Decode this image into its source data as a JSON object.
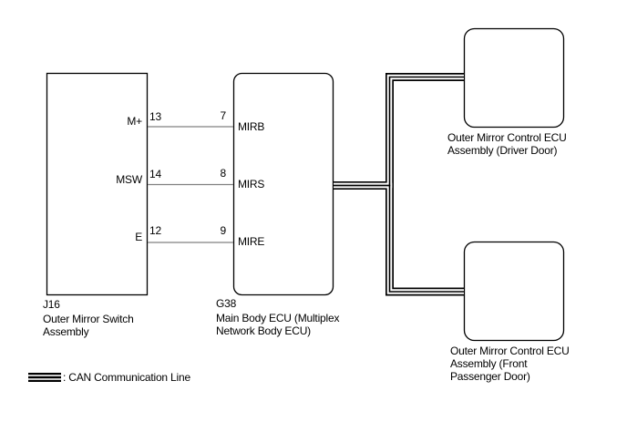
{
  "components": {
    "switch_assembly": {
      "code": "J16",
      "name_line1": "Outer Mirror Switch",
      "name_line2": "Assembly",
      "terminals": [
        {
          "label": "M+",
          "pin": "13"
        },
        {
          "label": "MSW",
          "pin": "14"
        },
        {
          "label": "E",
          "pin": "12"
        }
      ]
    },
    "main_body_ecu": {
      "code": "G38",
      "name_line1": "Main Body ECU (Multiplex",
      "name_line2": "Network Body ECU)",
      "terminals": [
        {
          "label": "MIRB",
          "pin": "7"
        },
        {
          "label": "MIRS",
          "pin": "8"
        },
        {
          "label": "MIRE",
          "pin": "9"
        }
      ]
    },
    "driver_mirror_ecu": {
      "name_line1": "Outer Mirror Control ECU",
      "name_line2": "Assembly (Driver Door)"
    },
    "passenger_mirror_ecu": {
      "name_line1": "Outer Mirror Control ECU",
      "name_line2": "Assembly (Front",
      "name_line3": "Passenger Door)"
    }
  },
  "legend": {
    "can_line_label": ": CAN Communication Line"
  },
  "colors": {
    "wire": "#808080",
    "outline": "#000000"
  }
}
